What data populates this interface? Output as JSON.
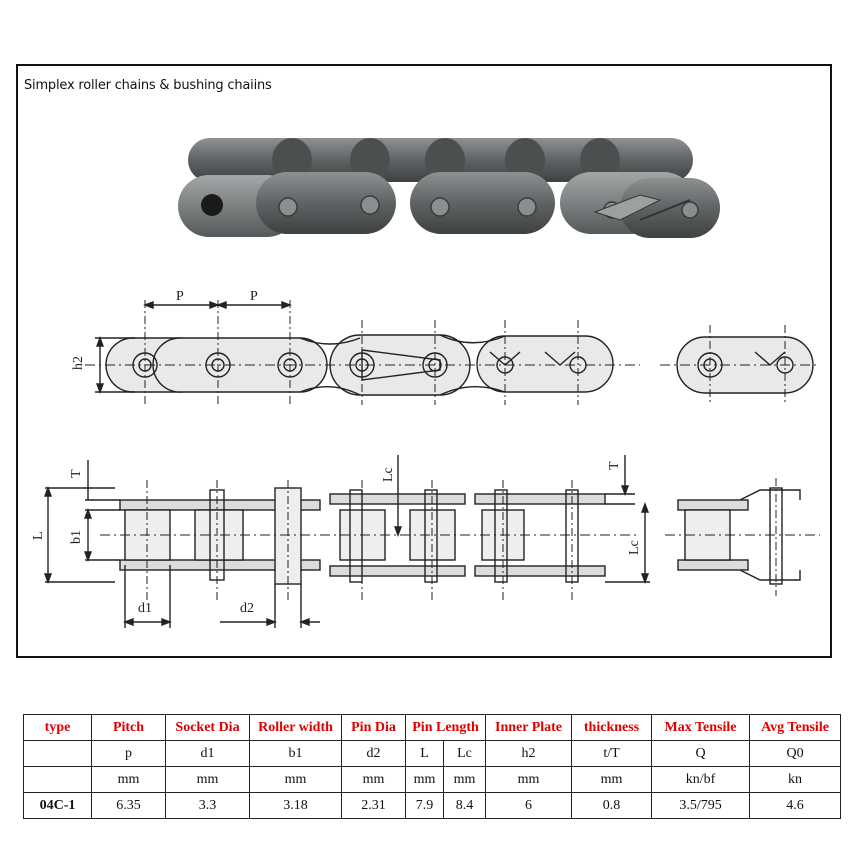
{
  "figure": {
    "title": "Simplex roller chains & bushing chaiins",
    "dimension_labels": [
      "P",
      "P",
      "h2",
      "T",
      "T",
      "Lc",
      "Lc",
      "L",
      "b1",
      "d1",
      "d2"
    ]
  },
  "spec_table": {
    "headers": [
      "type",
      "Pitch",
      "Socket Dia",
      "Roller width",
      "Pin Dia",
      "Pin Length",
      "Inner Plate",
      "thickness",
      "Max Tensile",
      "Avg Tensile"
    ],
    "symbols": [
      "",
      "p",
      "d1",
      "b1",
      "d2",
      "L",
      "Lc",
      "h2",
      "t/T",
      "Q",
      "Q0"
    ],
    "units": [
      "",
      "mm",
      "mm",
      "mm",
      "mm",
      "mm",
      "mm",
      "mm",
      "mm",
      "kn/bf",
      "kn"
    ],
    "rows": [
      [
        "04C-1",
        "6.35",
        "3.3",
        "3.18",
        "2.31",
        "7.9",
        "8.4",
        "6",
        "0.8",
        "3.5/795",
        "4.6"
      ]
    ]
  },
  "colors": {
    "header_text": "#e00000",
    "line": "#222222",
    "chain_steel": "#6b6f70"
  }
}
